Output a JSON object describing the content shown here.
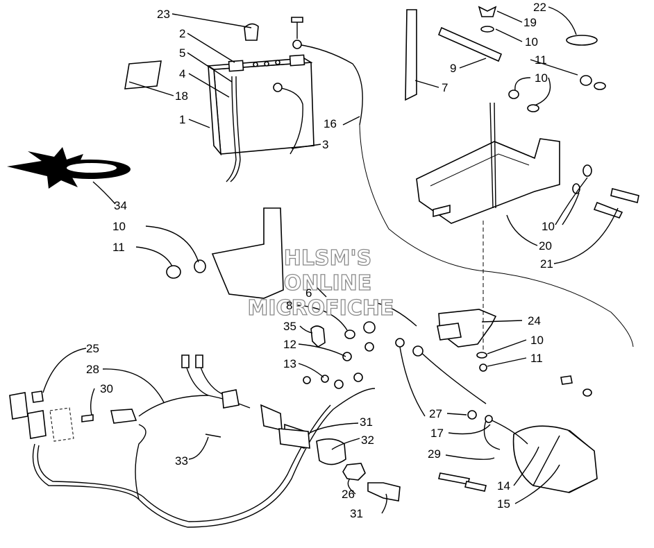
{
  "watermark": {
    "line1": "HLSM'S",
    "line2": "ONLINE",
    "line3": "MICROFICHE"
  },
  "callouts": {
    "c23": "23",
    "c2": "2",
    "c5": "5",
    "c4": "4",
    "c18": "18",
    "c1": "1",
    "c16": "16",
    "c3": "3",
    "c7": "7",
    "c9": "9",
    "c22": "22",
    "c19": "19",
    "c10_top": "10",
    "c11_top": "11",
    "c10_top2": "10",
    "c34": "34",
    "c10_left": "10",
    "c11_left": "11",
    "c10_mid": "10",
    "c20": "20",
    "c21": "21",
    "c6": "6",
    "c8": "8",
    "c35": "35",
    "c12": "12",
    "c13": "13",
    "c24": "24",
    "c10_sol": "10",
    "c11_sol": "11",
    "c25": "25",
    "c28": "28",
    "c30": "30",
    "c33": "33",
    "c31_top": "31",
    "c32": "32",
    "c26": "26",
    "c31_bot": "31",
    "c27": "27",
    "c17": "17",
    "c29": "29",
    "c14": "14",
    "c15": "15"
  }
}
